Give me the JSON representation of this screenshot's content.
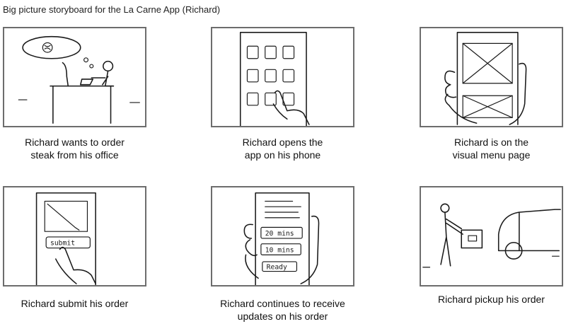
{
  "page": {
    "title": "Big picture storyboard for the La Carne App (Richard)"
  },
  "panels": [
    {
      "id": "panel-1",
      "caption": "Richard wants to order\nsteak from his office"
    },
    {
      "id": "panel-2",
      "caption": "Richard opens the\napp on his phone"
    },
    {
      "id": "panel-3",
      "caption": "Richard is on the\nvisual menu page"
    },
    {
      "id": "panel-4",
      "caption": "Richard submit his order"
    },
    {
      "id": "panel-5",
      "caption": "Richard continues to receive\nupdates on his order"
    },
    {
      "id": "panel-6",
      "caption": "Richard pickup his order"
    }
  ],
  "sketch_text": {
    "submit": "submit",
    "update_1": "20 mins",
    "update_2": "10 mins",
    "update_3": "Ready"
  }
}
